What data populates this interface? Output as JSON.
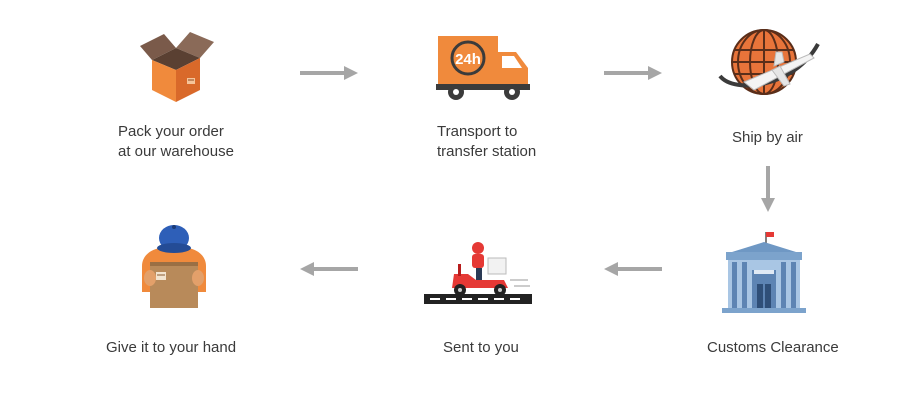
{
  "steps": [
    {
      "id": "pack",
      "lines": [
        "Pack your order",
        "at our warehouse"
      ],
      "icon": "open-box-icon"
    },
    {
      "id": "transport",
      "lines": [
        "Transport to",
        "transfer station"
      ],
      "icon": "delivery-truck-24h-icon"
    },
    {
      "id": "ship",
      "lines": [
        "Ship by air"
      ],
      "icon": "globe-airplane-icon"
    },
    {
      "id": "customs",
      "lines": [
        "Customs Clearance"
      ],
      "icon": "customs-building-icon"
    },
    {
      "id": "sent",
      "lines": [
        "Sent to you"
      ],
      "icon": "delivery-scooter-icon"
    },
    {
      "id": "hand",
      "lines": [
        "Give it to your hand"
      ],
      "icon": "courier-holding-box-icon"
    }
  ],
  "truck_badge": "24h",
  "colors": {
    "accent": "#f08a3c",
    "accent_dark": "#d9692a",
    "arrow": "#a6a6a6",
    "text": "#3a3a3a",
    "building": "#8fb3d6",
    "cap": "#2e5fb8",
    "scooter": "#e53935"
  }
}
